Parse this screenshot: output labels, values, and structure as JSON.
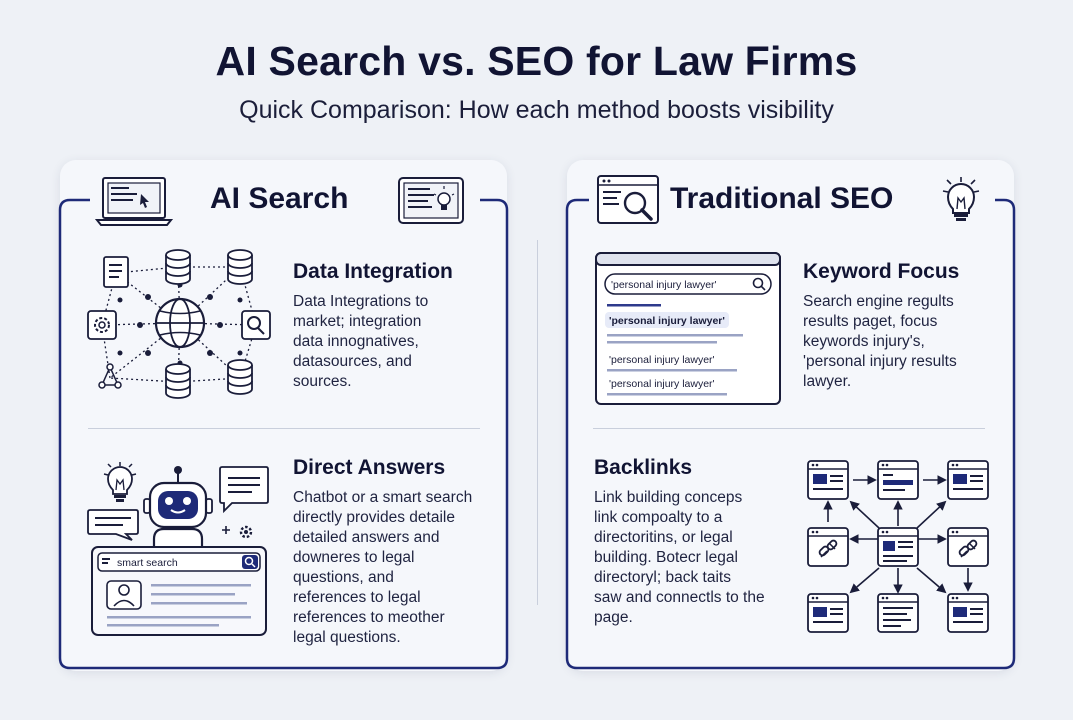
{
  "page": {
    "title": "AI Search vs. SEO for Law Firms",
    "subtitle": "Quick Comparison: How each method boosts visibility"
  },
  "ai": {
    "heading": "AI Search",
    "data_integration": {
      "title": "Data Integration",
      "body": "Data Integrations to\nmarket; integration\ndata innognatives,\ndatasources, and\nsources."
    },
    "direct_answers": {
      "title": "Direct Answers",
      "body": "Chatbot or a smart search\ndirectly provides detaile\ndetailed answers and\ndowneres to legal\nquestions, and\nreferences to legal\nreferences to meother\nlegal questions.",
      "search_placeholder": "smart search"
    }
  },
  "seo": {
    "heading": "Traditional SEO",
    "keyword_focus": {
      "title": "Keyword Focus",
      "body": "Search engine regults\nresults paget, focus\nkeywords injury's,\n'personal injury results\nlawyer.",
      "query": "'personal injury lawyer'",
      "results": [
        "'personal injury lawyer'",
        "'personal injury lawyer'",
        "'personal injury lawyer'"
      ]
    },
    "backlinks": {
      "title": "Backlinks",
      "body": "Link building conceps\nlink compoalty to a\ndirectoritins, or legal\nbuilding. Botecr legal\ndirectoryl; back taits\nsaw and connectls to the\npage."
    }
  },
  "colors": {
    "navy": "#1e2a78",
    "ink": "#1a1d3a",
    "accent": "#2e3a8c",
    "panel": "#f5f7fb",
    "background": "#eef1f6",
    "highlight": "#e7ebf8"
  },
  "icons": [
    "laptop-icon",
    "tablet-lightbulb-icon",
    "browser-search-icon",
    "lightbulb-icon",
    "network-globe-icon",
    "robot-icon",
    "chat-bubble-icon",
    "search-icon",
    "user-icon",
    "link-icon",
    "arrow-icon"
  ]
}
